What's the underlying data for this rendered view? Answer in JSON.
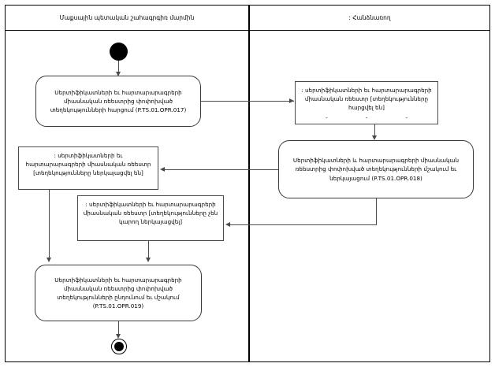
{
  "diagram": {
    "type": "uml-activity-diagram",
    "lanes": [
      {
        "id": "lane-left",
        "title": "Մաքսային պետական շահագրգիռ մարմին"
      },
      {
        "id": "lane-right",
        "title": ": Հանձնառող"
      }
    ],
    "nodes": {
      "initial": {
        "kind": "initial-node",
        "label": ""
      },
      "activity_017": {
        "kind": "activity",
        "label": "Սերտիֆիկատների եւ հարտարարագրերի\nմիասնական ռեեստրից փոփոխված\nտեղեկությունների հարցում (P.TS.01.OPR.017)",
        "ref": "P.TS.01.OPR.017"
      },
      "object_requested": {
        "kind": "object-node",
        "label": ": սերտիֆիկատների եւ հարտարարագրերի\nմիասնական ռեեստր [տեղեկությունները\nհարցվել են]",
        "slots": [
          "-",
          "-",
          "-"
        ]
      },
      "activity_018": {
        "kind": "activity",
        "label": "Սերտիֆիկատների և հարտարարագրերի միասնական\nռեեստրից փոփոխված տեղեկությունների մշակում եւ\nներկայացում (P.TS.01.OPR.018)",
        "ref": "P.TS.01.OPR.018"
      },
      "object_presented": {
        "kind": "object-node",
        "label": ": սերտիֆիկատների եւ\nհարտարարագրերի միասնական ռեեստր\n[տեղեկությունները ներկայացվել են]",
        "slots": []
      },
      "object_not_presented": {
        "kind": "object-node",
        "label": ": սերտիֆիկատների եւ հարտարարագրերի\nմիասնական ռեեստր [տեղեկությունները չեն\nկարող ներկայացվել]",
        "slots": []
      },
      "activity_019": {
        "kind": "activity",
        "label": "Սերտիֆիկատների եւ հարտարարագրերի\nմիասնական ռեեստրից փոփոխված\nտեղեկությունների ընդունում եւ մշակում\n(P.TS.01.OPR.019)",
        "ref": "P.TS.01.OPR.019"
      },
      "final": {
        "kind": "final-node",
        "label": ""
      }
    },
    "colors": {
      "line": "#4a4a4a",
      "frame": "#000000",
      "node_fill": "#ffffff",
      "node_stroke": "#3a3a3a"
    }
  }
}
